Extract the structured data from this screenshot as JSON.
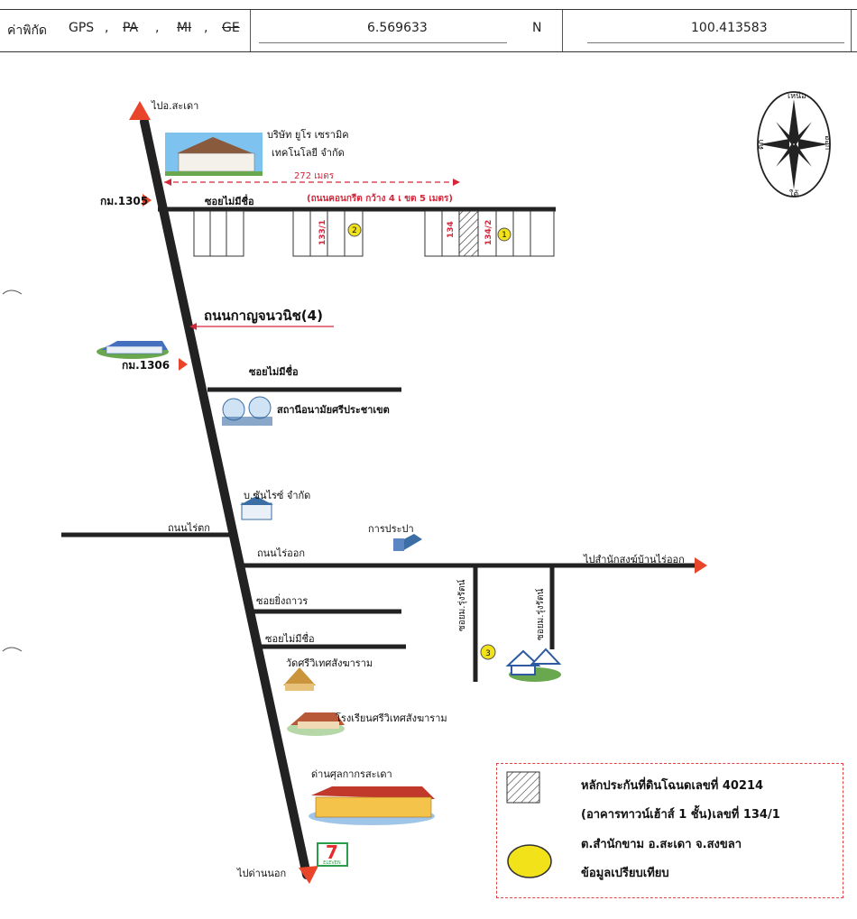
{
  "header": {
    "coord_label": "ค่าพิกัด",
    "system_gps": "GPS",
    "sep": ",",
    "system_pa": "PA",
    "system_mi": "MI",
    "system_ge": "GE",
    "latitude": "6.569633",
    "lat_hemisphere": "N",
    "longitude": "100.413583"
  },
  "map": {
    "to_north": "ไปอ.สะเดา",
    "to_south": "ไปด่านนอก",
    "km_1305": "กม.1305",
    "km_1306": "กม.1306",
    "company_name_1": "บริษัท ยูโร เซรามิค",
    "company_name_2": "เทคโนโลยี จำกัด",
    "distance": "272 เมตร",
    "concrete_road": "(ถนนคอนกรีต กว้าง 4 เ ขต 5 เมตร)",
    "unnamed_soi": "ซอยไม่มีชื่อ",
    "house_133_1": "133/1",
    "house_134": "134",
    "house_134_2": "134/2",
    "marker_1": "1",
    "marker_2": "2",
    "marker_3": "3",
    "main_road": "ถนนกาญจนวนิช(4)",
    "health_station": "สถานีอนามัยศรีประชาเขต",
    "sunrise_co": "บ.ซันไรซ์ จำกัด",
    "waterworks": "การประปา",
    "rai_tok_road": "ถนนไร่ตก",
    "rai_ok_road": "ถนนไร่ออก",
    "to_rai_ok_priest": "ไปสำนักสงฆ์บ้านไร่ออก",
    "soi_ying_thawon": "ซอยยิ่งถาวร",
    "soi_rungrat_1": "ซอยม.รุ่งรัตน์",
    "soi_rungrat_2": "ซอยม.รุ่งรัตน์",
    "wat": "วัดศรีวิเทศสังฆาราม",
    "school": "โรงเรียนศรีวิเทศสังฆาราม",
    "customs": "ด่านศุลกากรสะเดา",
    "seven_eleven_text": "ELEVEN",
    "compass_north": "เหนือ",
    "compass_south": "ใต้",
    "compass_east": "ออก",
    "compass_west": "ตก"
  },
  "legend": {
    "line1": "หลักประกันที่ดินโฉนดเลขที่  40214",
    "line2": "(อาคารทาวน์เฮ้าส์ 1 ชั้น)เลขที่ 134/1",
    "line3": "ต.สำนักขาม อ.สะเดา จ.สงขลา",
    "line4": "ข้อมูลเปรียบเทียบ"
  },
  "colors": {
    "road": "#222222",
    "arrow": "#e8452a",
    "accent_red": "#d2283c",
    "marker_yellow": "#f2e21a"
  }
}
